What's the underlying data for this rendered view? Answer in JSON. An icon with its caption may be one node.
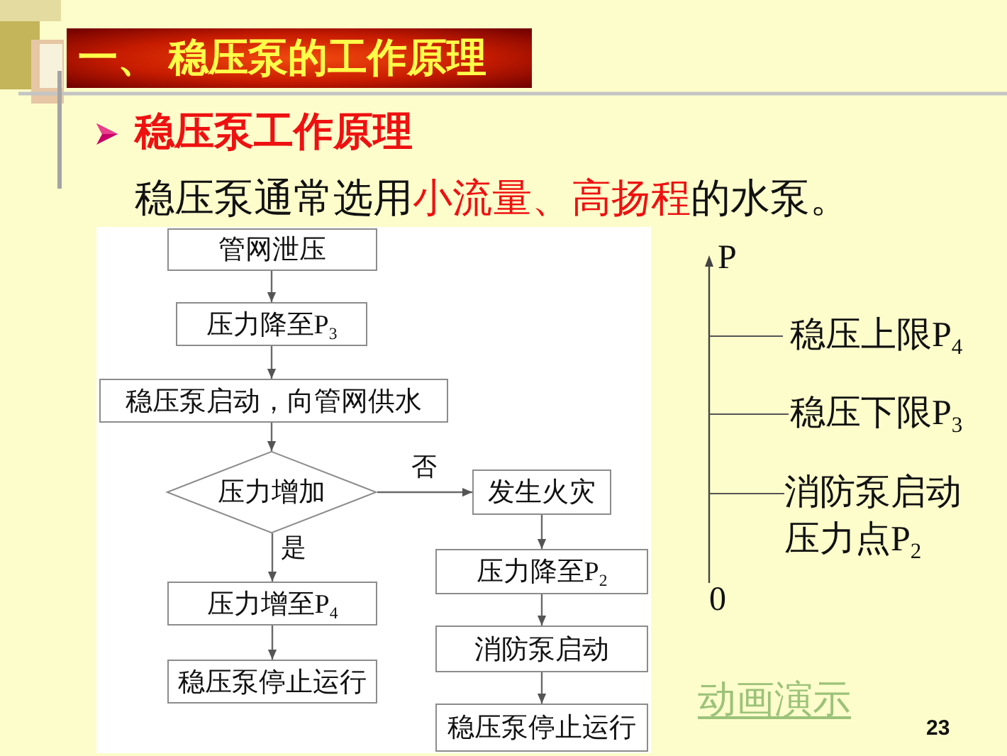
{
  "diagram": {
    "title": "一、 稳压泵的工作原理",
    "nodes": [
      {
        "text": [
          "管网泄压"
        ]
      },
      {
        "text": [
          "压力降至P$_{3}$"
        ]
      },
      {
        "text": [
          "稳压泵启动，向管网供水"
        ]
      },
      {
        "text": [
          "压力增加"
        ]
      },
      {
        "text": [
          "发生火灾"
        ]
      },
      {
        "text": [
          "压力增至P$_{4}$"
        ]
      },
      {
        "text": [
          "压力降至P$_{2}$"
        ]
      },
      {
        "text": [
          "稳压泵停止运行"
        ]
      },
      {
        "text": [
          "消防泵启动"
        ]
      },
      {
        "text": [
          "稳压泵停止运行"
        ]
      }
    ],
    "edges": [
      {
        "from": 0,
        "to": 1,
        "arrow": "to"
      },
      {
        "from": 1,
        "to": 2,
        "arrow": "to"
      },
      {
        "from": 2,
        "to": 3,
        "arrow": "to"
      },
      {
        "from": 3,
        "to": 4,
        "arrow": "to",
        "label": "否"
      },
      {
        "from": 3,
        "to": 5,
        "arrow": "to",
        "label": "是"
      },
      {
        "from": 5,
        "to": 7,
        "arrow": "to"
      },
      {
        "from": 4,
        "to": 6,
        "arrow": "to"
      },
      {
        "from": 6,
        "to": 8,
        "arrow": "to"
      },
      {
        "from": 8,
        "to": 9,
        "arrow": "to"
      }
    ],
    "labels": [
      "稳压泵工作原理",
      "稳压泵通常选用**小流量、高扬程**的水泵。",
      "P",
      "稳压上限P$_{4}$",
      "稳压下限P$_{3}$",
      "消防泵启动压力点P$_{2}$",
      "0",
      "动画演示",
      "23"
    ]
  }
}
